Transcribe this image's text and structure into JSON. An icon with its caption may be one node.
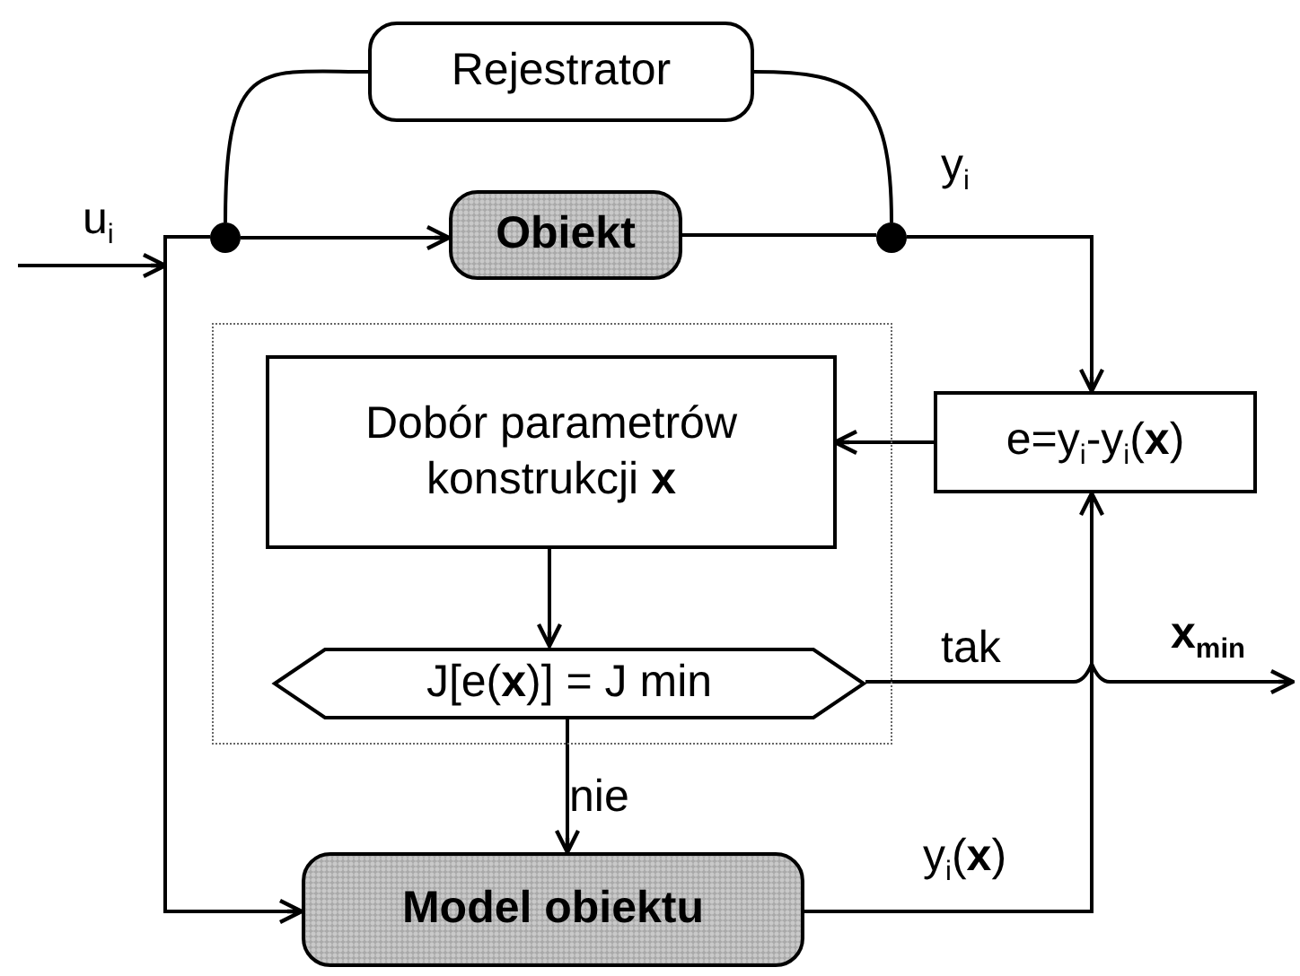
{
  "diagram": {
    "nodes": [
      {
        "text": [
          "Rejestrator"
        ]
      },
      {
        "text": [
          "Obiekt"
        ]
      },
      {
        "text": [],
        "shape": "box"
      },
      {
        "text": [
          "Dobór parametrów konstrukcji **x**"
        ],
        "in": 2
      },
      {
        "text": [
          "J[e(**x**)] = J min"
        ],
        "in": 2
      },
      {
        "text": [
          "e=y$_{i}$-y$_{i}$(**x**)"
        ]
      },
      {
        "text": [
          "Model obiektu"
        ]
      },
      {
        "text": [],
        "shape": "circle"
      },
      {
        "text": [],
        "shape": "circle"
      }
    ],
    "edges": [
      {
        "from": null,
        "to": 7,
        "arrow": "none"
      },
      {
        "from": 7,
        "to": 1,
        "arrow": "to"
      },
      {
        "from": null,
        "to": 6,
        "arrow": "to"
      },
      {
        "from": 7,
        "to": 0,
        "arrow": "none"
      },
      {
        "from": 0,
        "to": 8,
        "arrow": "none"
      },
      {
        "from": 1,
        "to": 8,
        "arrow": "none"
      },
      {
        "from": 8,
        "to": 5,
        "arrow": "to",
        "label": "y$_{i}$"
      },
      {
        "from": 5,
        "to": 3,
        "arrow": "to"
      },
      {
        "from": 3,
        "to": 4,
        "arrow": "to"
      },
      {
        "from": 4,
        "to": 6,
        "arrow": "to",
        "label": "nie"
      },
      {
        "from": 6,
        "to": 5,
        "arrow": "to",
        "label": "y$_{i}$(**x**)"
      },
      {
        "from": 4,
        "to": null,
        "arrow": "to",
        "label": "tak"
      }
    ],
    "labels": [
      "u$_{i}$",
      "x$_{min}$"
    ]
  }
}
